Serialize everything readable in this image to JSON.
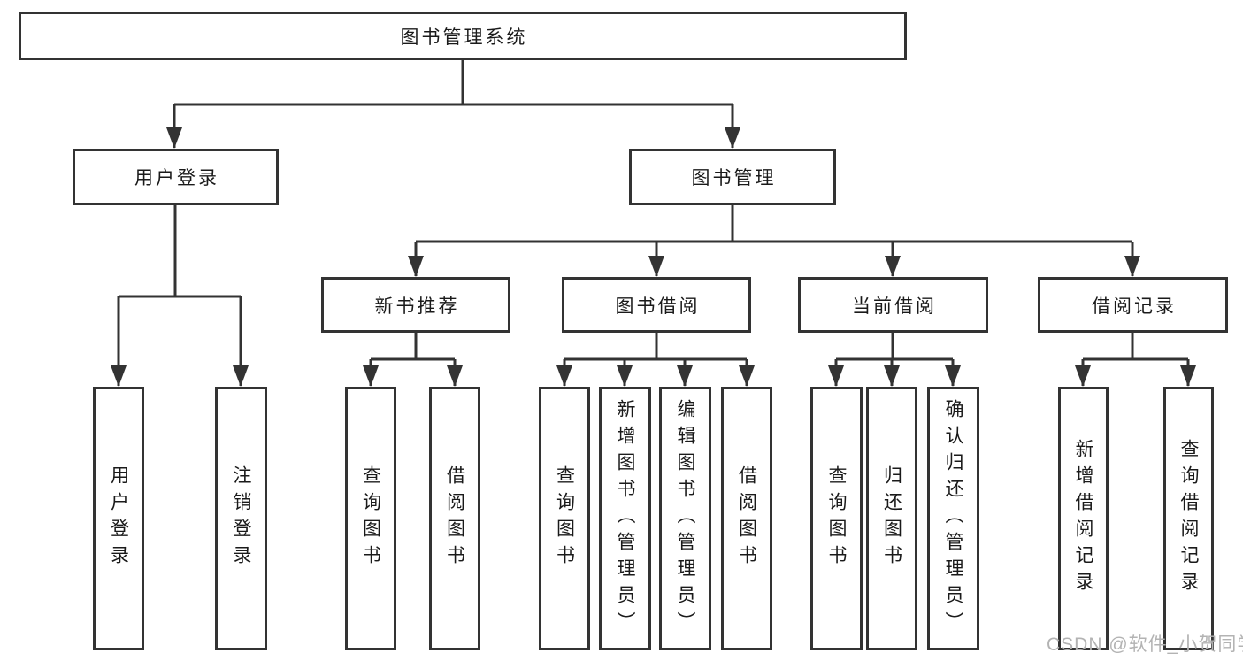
{
  "diagram": {
    "type": "tree",
    "title": "图书管理系统",
    "nodes": {
      "root": "图书管理系统",
      "user_login": "用户登录",
      "book_management": "图书管理",
      "new_book_recommend": "新书推荐",
      "book_borrowing": "图书借阅",
      "current_borrowing": "当前借阅",
      "borrowing_records": "借阅记录",
      "leaf_user_login": "用户登录",
      "leaf_logout": "注销登录",
      "leaf_recommend_query_books": "查询图书",
      "leaf_recommend_borrow_books": "借阅图书",
      "leaf_borrowing_query_books": "查询图书",
      "leaf_borrowing_add_books": "新增图书（管理员）",
      "leaf_borrowing_edit_books": "编辑图书（管理员）",
      "leaf_borrowing_borrow_books": "借阅图书",
      "leaf_current_query_books": "查询图书",
      "leaf_current_return_books": "归还图书",
      "leaf_current_confirm_return": "确认归还（管理员）",
      "leaf_records_add_record": "新增借阅记录",
      "leaf_records_query_record": "查询借阅记录"
    },
    "edges": [
      {
        "from": "图书管理系统",
        "to": [
          "用户登录",
          "图书管理"
        ]
      },
      {
        "from": "用户登录",
        "to": [
          "用户登录",
          "注销登录"
        ]
      },
      {
        "from": "图书管理",
        "to": [
          "新书推荐",
          "图书借阅",
          "当前借阅",
          "借阅记录"
        ]
      },
      {
        "from": "新书推荐",
        "to": [
          "查询图书",
          "借阅图书"
        ]
      },
      {
        "from": "图书借阅",
        "to": [
          "查询图书",
          "新增图书（管理员）",
          "编辑图书（管理员）",
          "借阅图书"
        ]
      },
      {
        "from": "当前借阅",
        "to": [
          "查询图书",
          "归还图书",
          "确认归还（管理员）"
        ]
      },
      {
        "from": "借阅记录",
        "to": [
          "新增借阅记录",
          "查询借阅记录"
        ]
      }
    ],
    "colors": {
      "stroke": "#333333",
      "text": "#1a1a1a",
      "node_fill": "#ffffff",
      "background": "#ffffff",
      "watermark": "#b3b3b3"
    }
  },
  "watermark": {
    "text": "CSDN @软件_小贺同学"
  }
}
